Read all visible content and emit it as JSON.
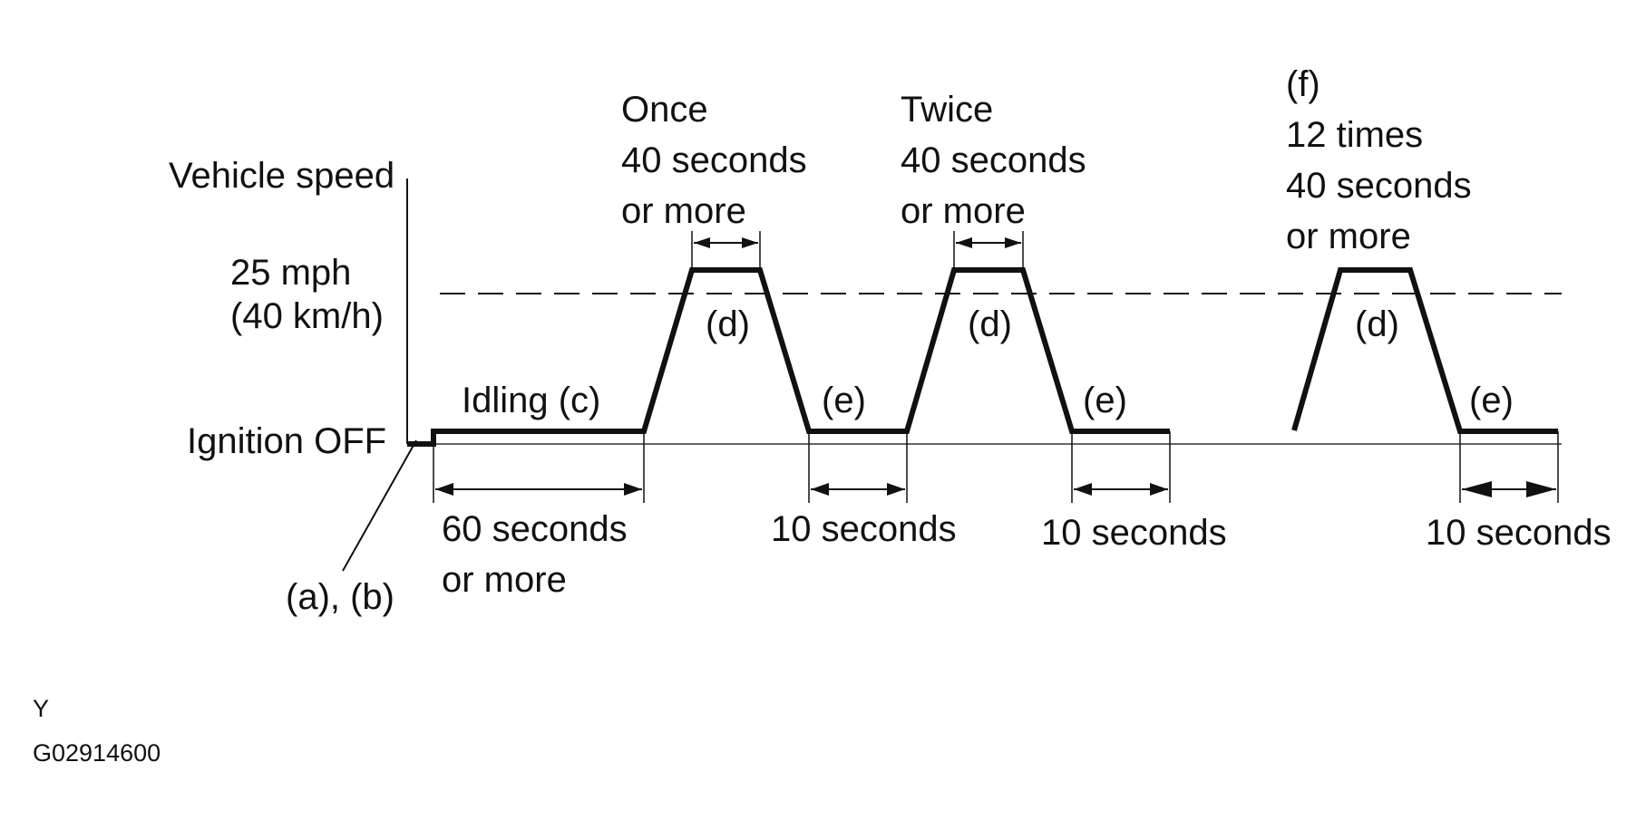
{
  "axis": {
    "y_title": "Vehicle speed",
    "speed_line": [
      "25 mph",
      "(40 km/h)"
    ],
    "baseline": "Ignition OFF",
    "start_marker": "(a), (b)"
  },
  "phases": {
    "idling": "Idling (c)",
    "idle_duration": [
      "60 seconds",
      "or more"
    ],
    "cruise_code": "(d)",
    "decel_code": "(e)",
    "stop_duration": "10 seconds",
    "cycles": [
      {
        "lines": [
          "Once",
          "40 seconds",
          "or more"
        ]
      },
      {
        "lines": [
          "Twice",
          "40 seconds",
          "or more"
        ]
      },
      {
        "lines": [
          "(f)",
          "12 times",
          "40 seconds",
          "or more"
        ]
      }
    ]
  },
  "footer": {
    "mark": "Y",
    "code": "G02914600"
  }
}
